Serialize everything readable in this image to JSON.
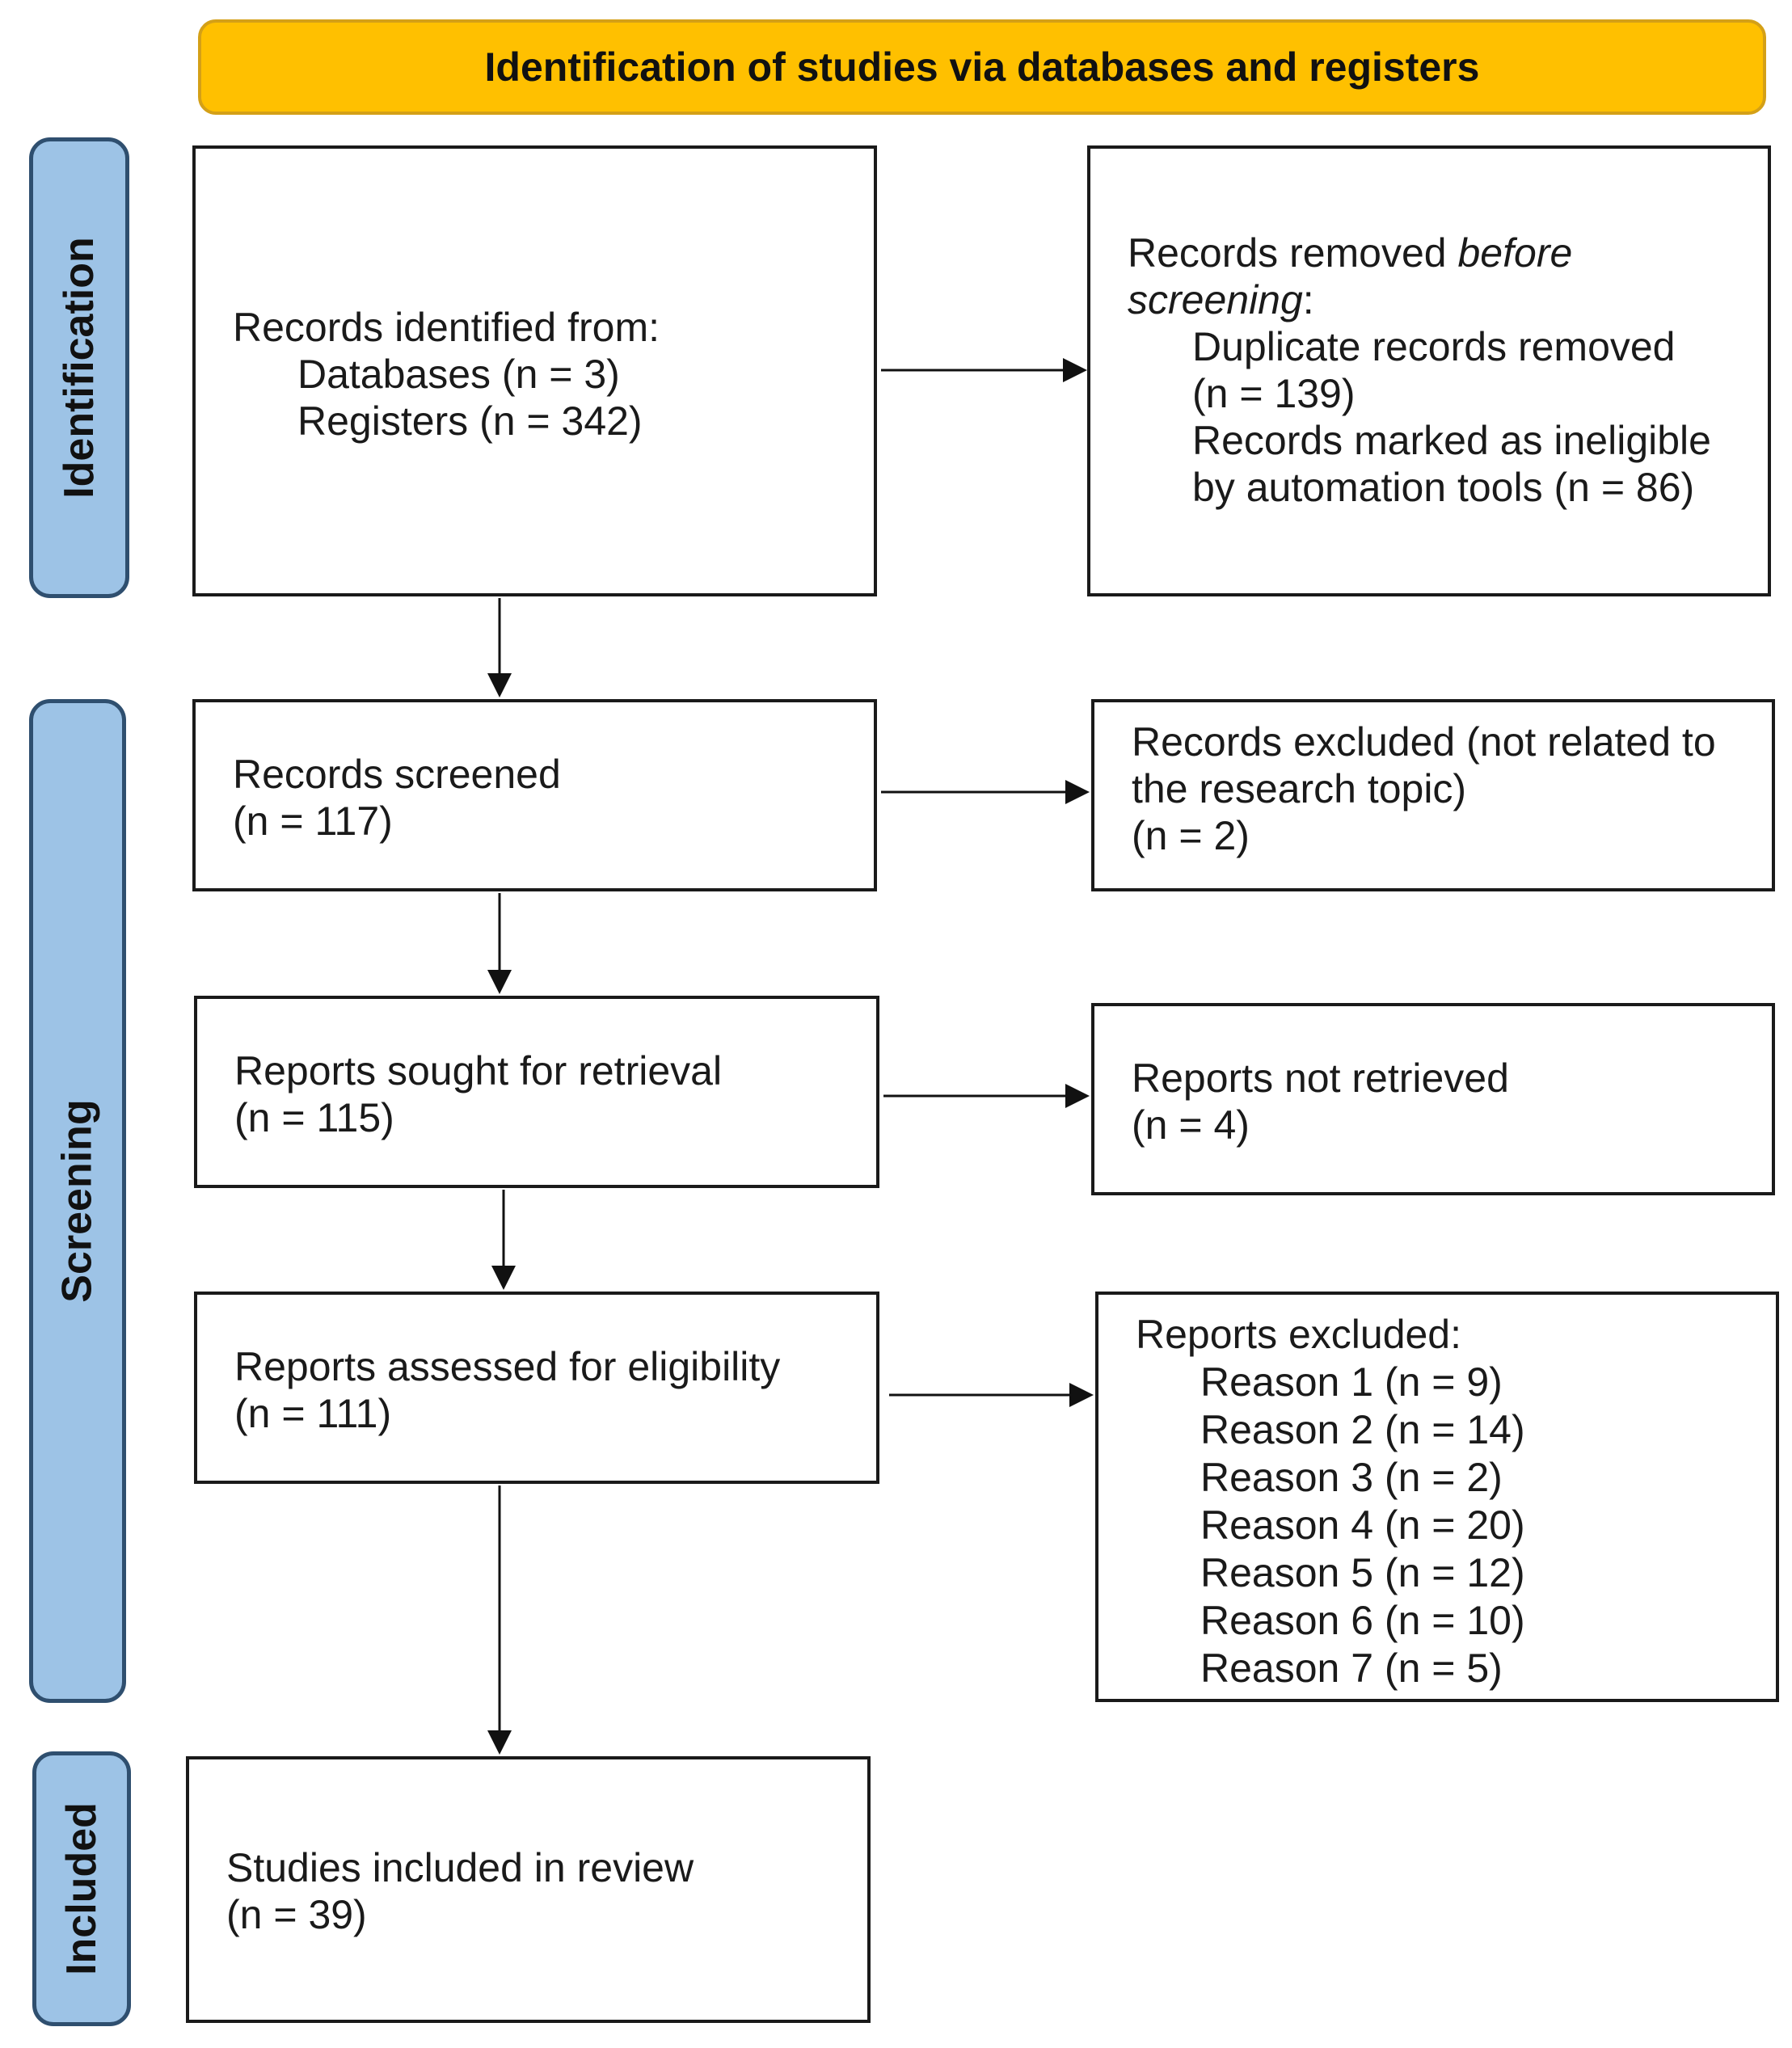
{
  "header": {
    "title": "Identification of studies via databases and registers"
  },
  "phases": {
    "identification": "Identification",
    "screening": "Screening",
    "included": "Included"
  },
  "identified": {
    "heading": "Records identified from:",
    "databases": "Databases (n = 3)",
    "registers": "Registers (n = 342)"
  },
  "removed": {
    "heading_pre": "Records removed ",
    "heading_em1": "before",
    "heading_em2": "screening",
    "heading_post": ":",
    "dup_1": "Duplicate records removed",
    "dup_2": "(n = 139)",
    "inel_1": "Records marked as ineligible",
    "inel_2": "by automation tools (n = 86)"
  },
  "screened": {
    "label": "Records screened",
    "count": "(n = 117)"
  },
  "excluded": {
    "label_1": "Records excluded (not related to",
    "label_2": "the research topic)",
    "count": "(n = 2)"
  },
  "sought": {
    "label": "Reports sought for retrieval",
    "count": "(n = 115)"
  },
  "not_retrieved": {
    "label": "Reports not retrieved",
    "count": "(n = 4)"
  },
  "assessed": {
    "label": "Reports assessed for eligibility",
    "count": "(n = 111)"
  },
  "reports_excluded": {
    "heading": "Reports excluded:",
    "reasons": [
      "Reason 1 (n = 9)",
      "Reason 2 (n = 14)",
      "Reason 3 (n = 2)",
      "Reason 4 (n = 20)",
      "Reason 5 (n = 12)",
      "Reason 6 (n = 10)",
      "Reason 7 (n = 5)"
    ]
  },
  "included": {
    "label": "Studies included in review",
    "count": "(n = 39)"
  }
}
